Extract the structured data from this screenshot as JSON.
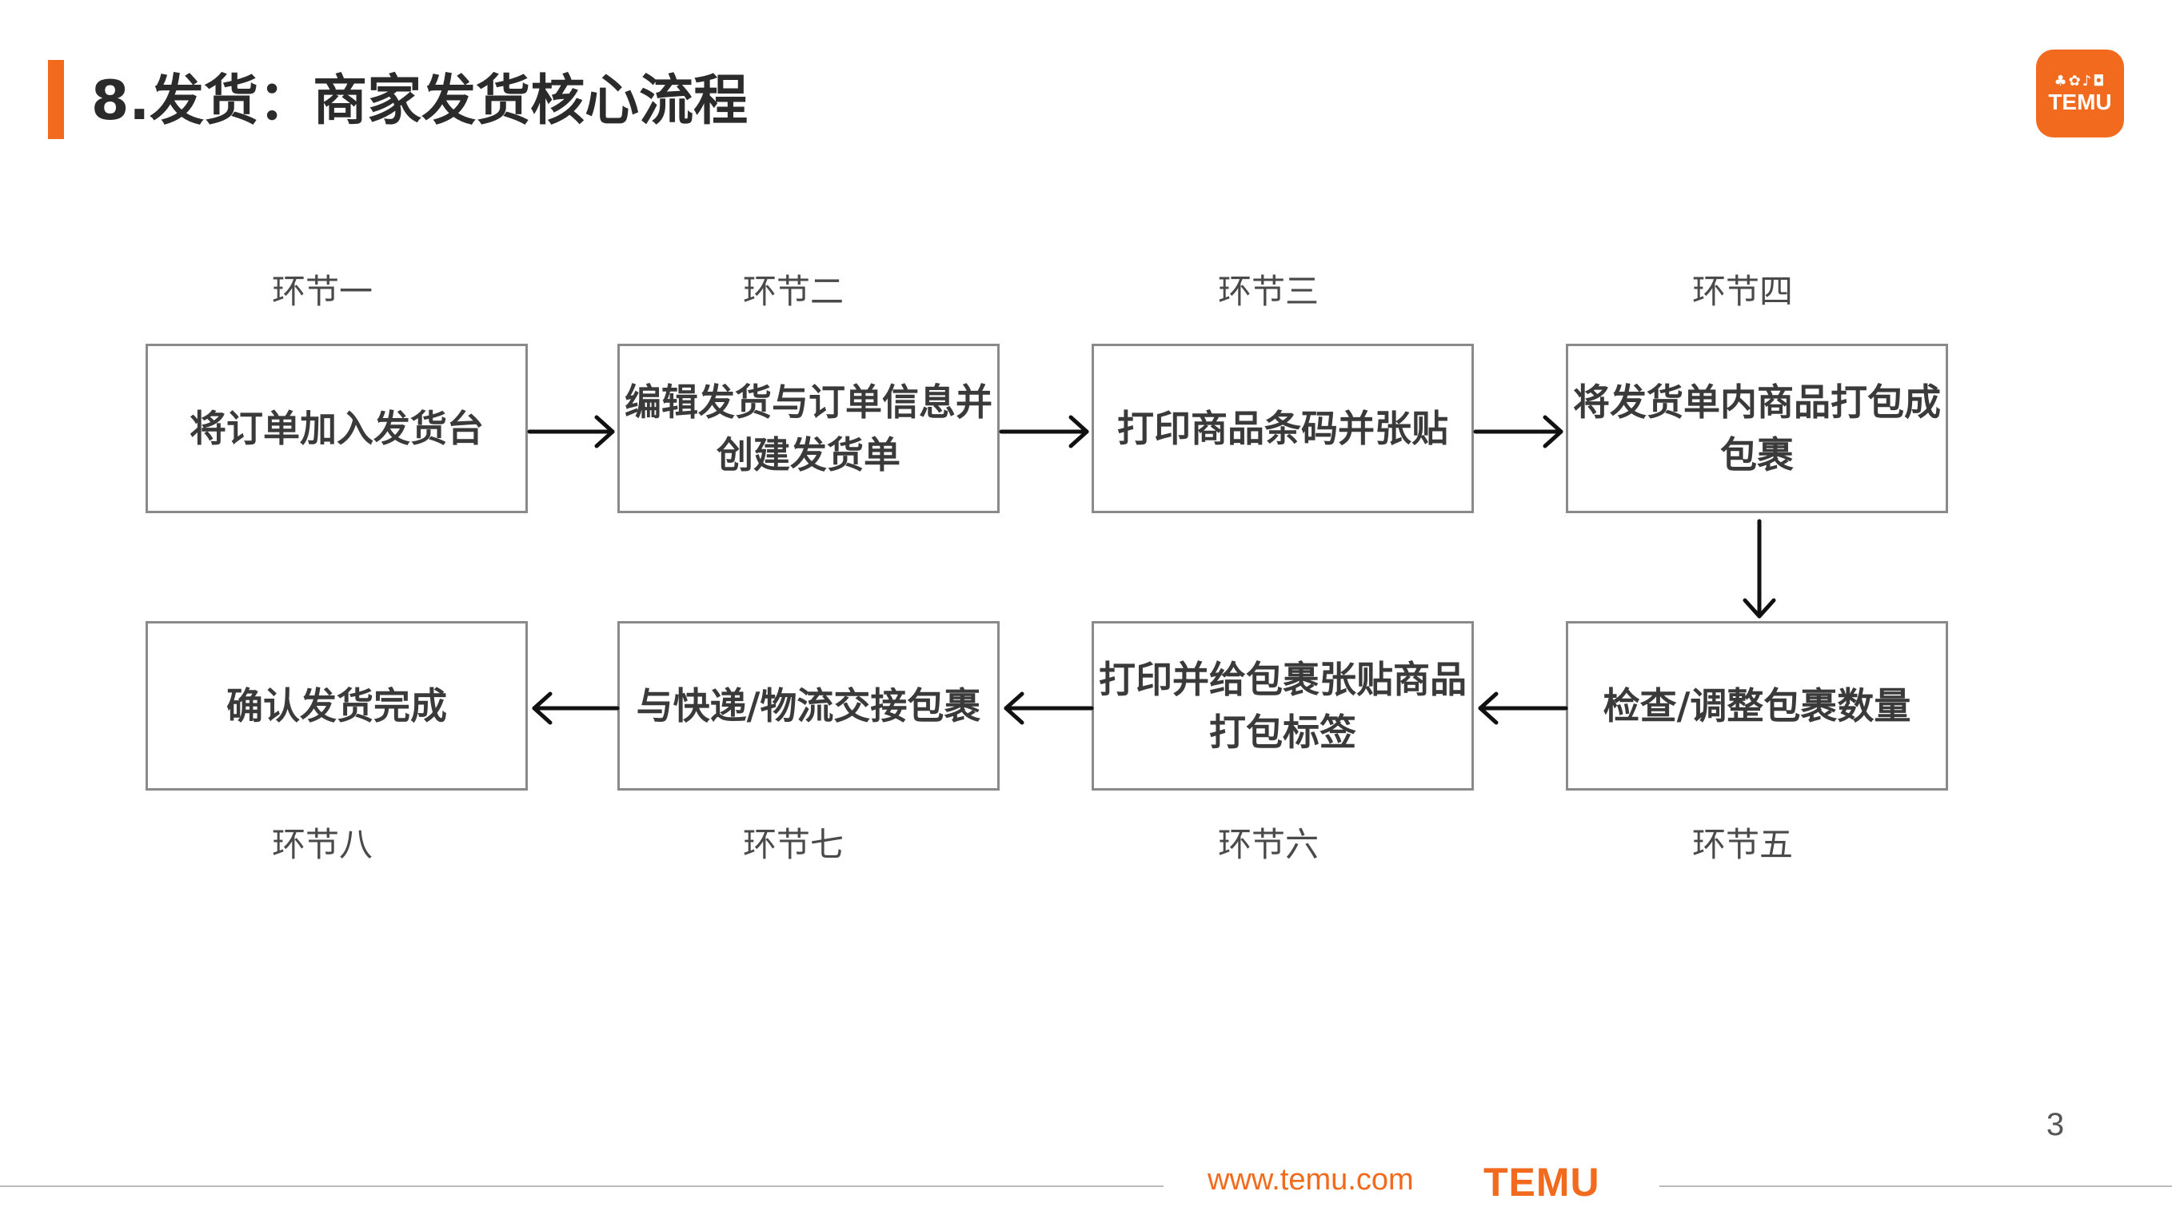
{
  "header": {
    "title": "8.发货：商家发货核心流程",
    "accent_color": "#F26A1D"
  },
  "logo": {
    "icon": "temu-logo-icon",
    "text": "TEMU"
  },
  "diagram": {
    "steps": [
      {
        "label": "环节一",
        "text": "将订单加入发货台"
      },
      {
        "label": "环节二",
        "text": "编辑发货与订单信息并\n创建发货单"
      },
      {
        "label": "环节三",
        "text": "打印商品条码并张贴"
      },
      {
        "label": "环节四",
        "text": "将发货单内商品打包成\n包裹"
      },
      {
        "label": "环节五",
        "text": "检查/调整包裹数量"
      },
      {
        "label": "环节六",
        "text": "打印并给包裹张贴商品\n打包标签"
      },
      {
        "label": "环节七",
        "text": "与快递/物流交接包裹"
      },
      {
        "label": "环节八",
        "text": "确认发货完成"
      }
    ]
  },
  "footer": {
    "page_number": "3",
    "url": "www.temu.com",
    "logo_text": "TEMU"
  }
}
